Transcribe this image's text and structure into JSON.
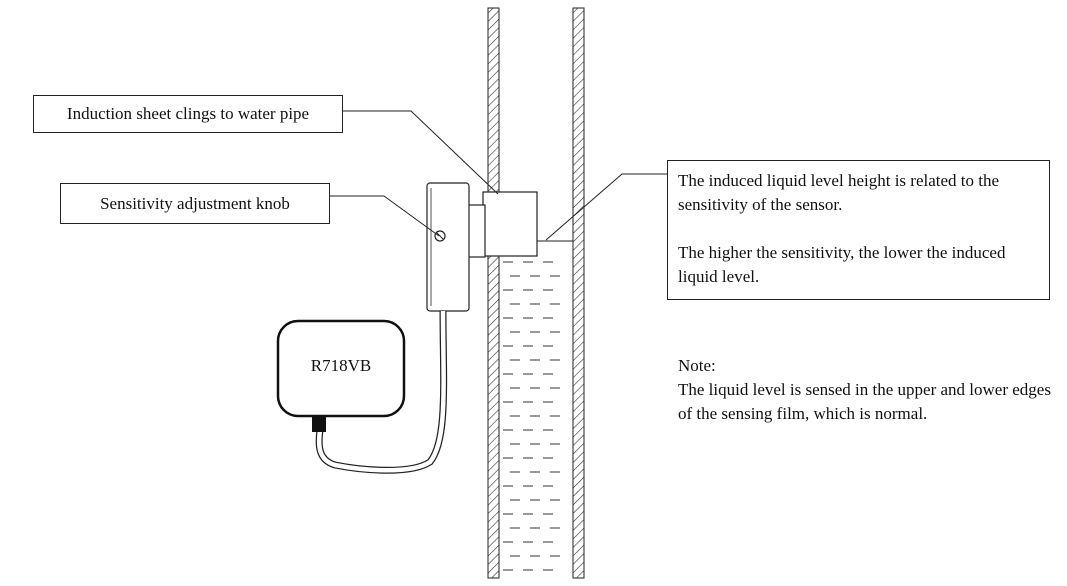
{
  "labels": {
    "induction_sheet": "Induction sheet clings to water pipe",
    "sensitivity_knob": "Sensitivity adjustment knob",
    "liquid_level_line1": "The induced liquid level height is related to the sensitivity of the sensor.",
    "liquid_level_line2": "The higher the sensitivity, the lower the induced liquid level."
  },
  "device": {
    "name": "R718VB"
  },
  "note": {
    "title": "Note:",
    "text": "The liquid level is sensed in the upper and lower edges of the sensing film, which is normal."
  }
}
